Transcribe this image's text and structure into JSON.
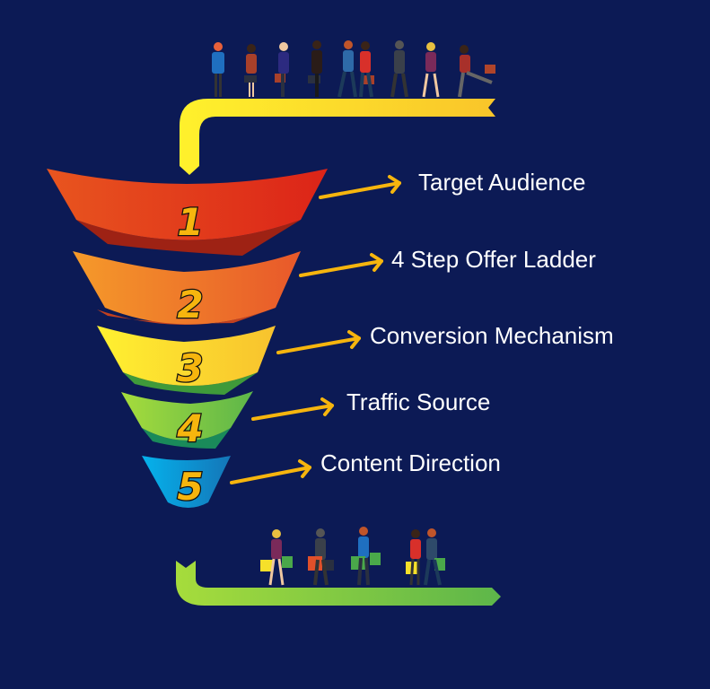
{
  "title": "Funnel",
  "steps": [
    {
      "number": "1",
      "label": "Target Audience",
      "color": "#e0301e"
    },
    {
      "number": "2",
      "label": "4 Step Offer Ladder",
      "color": "#f07a28"
    },
    {
      "number": "3",
      "label": "Conversion Mechanism",
      "color": "#fbd22a"
    },
    {
      "number": "4",
      "label": "Traffic Source",
      "color": "#7cc43f"
    },
    {
      "number": "5",
      "label": "Content Direction",
      "color": "#1a9fdc"
    }
  ],
  "colors": {
    "background": "#0c1a55",
    "arrow": "#f6b50e",
    "top_bracket": "#fbd92a",
    "bottom_bracket": "#7cc43f",
    "number_fill": "#f6b50e"
  }
}
